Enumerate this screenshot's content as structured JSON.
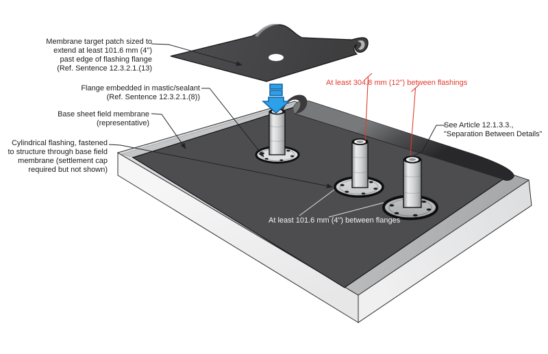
{
  "figure": {
    "type": "isometric construction detail",
    "subject": "Separation between cylindrical flashings on a base sheet field membrane"
  },
  "labels": {
    "target_patch": "Membrane target patch sized to\nextend at least 101.6 mm (4\")\npast edge of flashing flange\n(Ref. Sentence 12.3.2.1.(13)",
    "flange_embedded": "Flange embedded in mastic/sealant\n(Ref. Sentence 12.3.2.1.(8))",
    "base_sheet": "Base sheet field membrane\n(representative)",
    "cylindrical_flashing": "Cylindrical flashing, fastened\nto structure through base field\nmembrane (settlement cap\nrequired but not shown)",
    "see_article": "See Article 12.1.3.3.,\n\"Separation Between Details\"",
    "flashing_spacing": "At least 304.8 mm (12\") between flashings",
    "flange_spacing": "At least 101.6 mm (4\") between flanges"
  },
  "colors": {
    "membrane": "#4d4d4f",
    "patch": "#4b4b4d",
    "arrow_blue": "#2da0ea",
    "arrow_blue_outline": "#10609f",
    "dimension_red": "#e13b2e",
    "dimension_white": "#f5f5f5",
    "label_black": "#1a1a1a",
    "slab_face": "#f2f2f3",
    "slab_top_strip": "#b9bbbd"
  }
}
